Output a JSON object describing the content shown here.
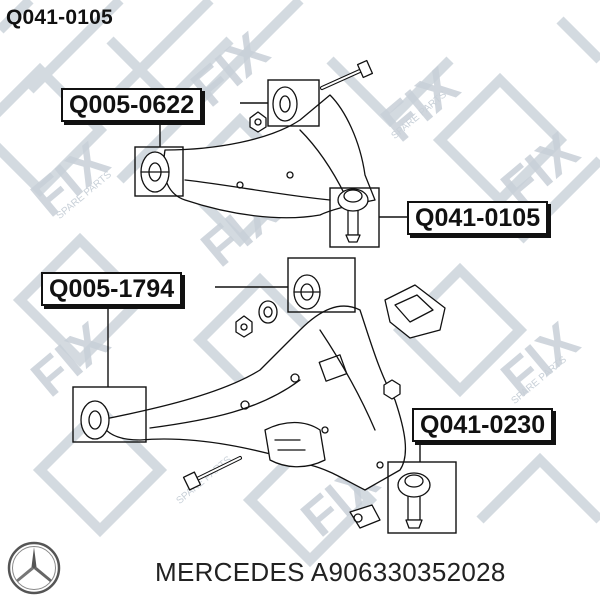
{
  "title": "Q041-0105",
  "callouts": [
    {
      "id": "upper-bushing",
      "label": "Q005-0622"
    },
    {
      "id": "upper-ball-joint",
      "label": "Q041-0105"
    },
    {
      "id": "lower-bushing",
      "label": "Q005-1794"
    },
    {
      "id": "lower-ball-joint",
      "label": "Q041-0230"
    }
  ],
  "watermark": {
    "brand": "FIX",
    "tagline": "SPARE PARTS",
    "color": "#c8d0d8"
  },
  "footer": {
    "make": "MERCEDES",
    "part_number": "A906330352028"
  },
  "colors": {
    "ink": "#111111",
    "watermark": "#c8d0d8"
  }
}
